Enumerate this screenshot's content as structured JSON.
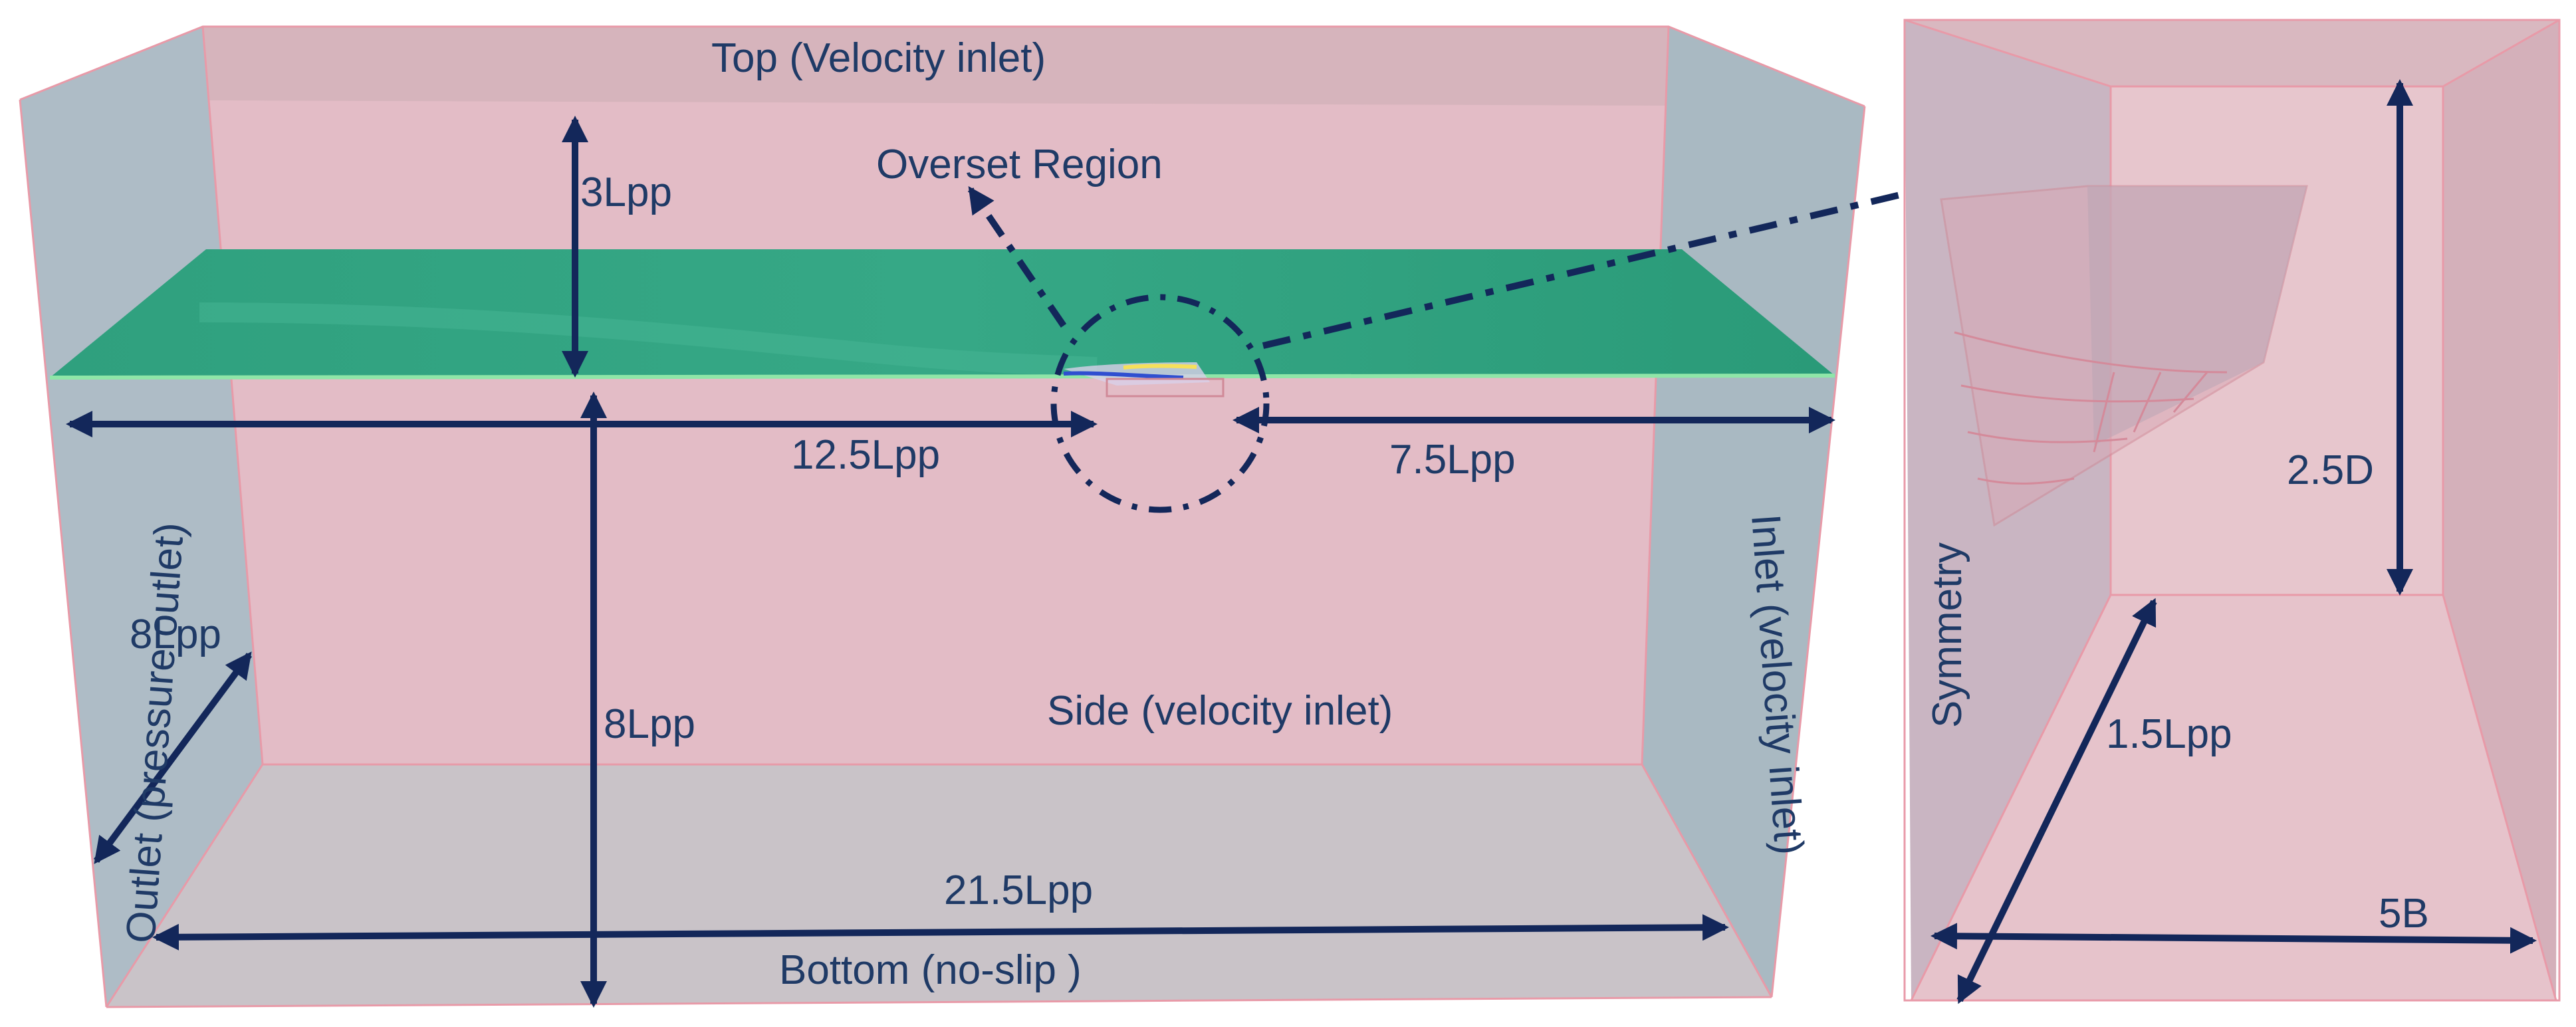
{
  "colors": {
    "domain_pink": "#e2bcc5",
    "domain_pink_light": "#ecd0d6",
    "side_grey": "#aab8c2",
    "bottom_grey": "#c8c4c8",
    "free_surface": "#2e9e7c",
    "free_surface_edge": "#7ee0a0",
    "arrow": "#13275a",
    "text": "#1f3a66",
    "edge": "#e89aa8"
  },
  "labels": {
    "top": "Top (Velocity inlet)",
    "overset": "Overset Region",
    "dim_3lpp": "3Lpp",
    "dim_12_5lpp": "12.5Lpp",
    "dim_7_5lpp": "7.5Lpp",
    "outlet": "Outlet (pressure outlet)",
    "inlet": "Inlet (velocity inlet)",
    "dim_8lpp_depth": "8Lpp",
    "dim_8lpp_vertical": "8Lpp",
    "side": "Side (velocity inlet)",
    "dim_21_5lpp": "21.5Lpp",
    "bottom": "Bottom (no-slip )",
    "symmetry": "Symmetry",
    "dim_2_5d": "2.5D",
    "dim_1_5lpp": "1.5Lpp",
    "dim_5b": "5B"
  }
}
